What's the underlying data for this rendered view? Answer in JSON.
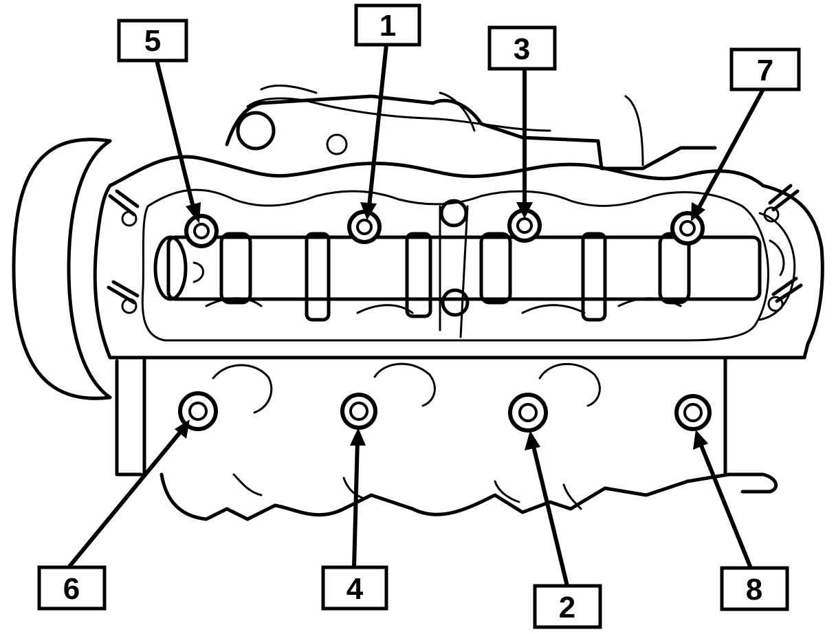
{
  "labels": {
    "l1": "1",
    "l2": "2",
    "l3": "3",
    "l4": "4",
    "l5": "5",
    "l6": "6",
    "l7": "7",
    "l8": "8"
  },
  "colors": {
    "ink": "#000000",
    "paper": "#ffffff"
  }
}
